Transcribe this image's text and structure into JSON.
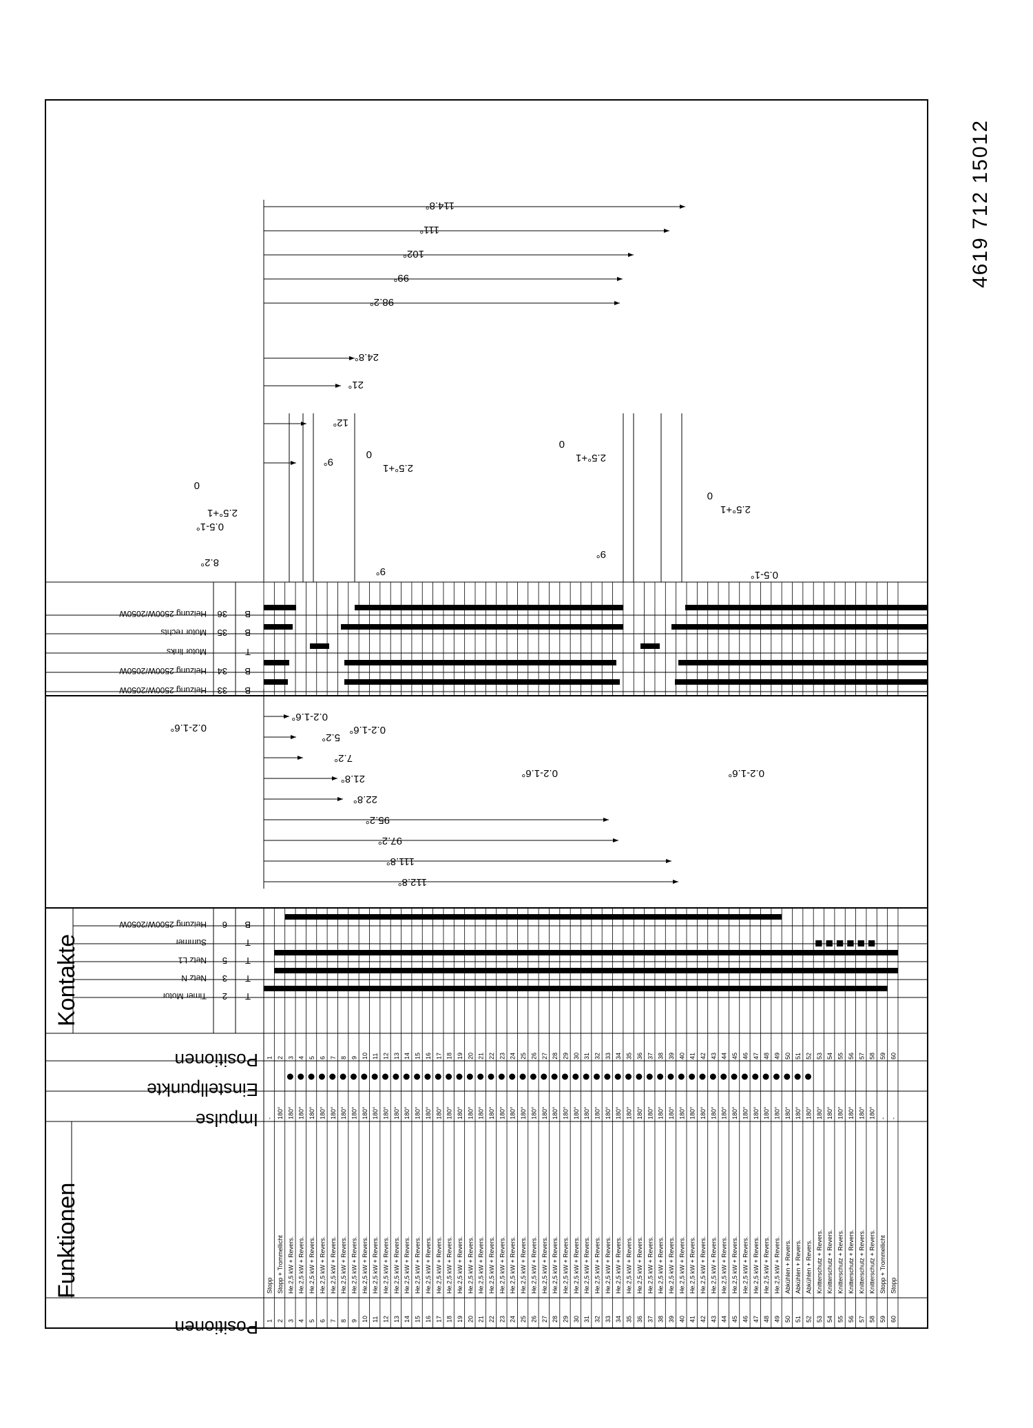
{
  "doc_number": "4619 712 15012",
  "headers": {
    "positionen": "Positionen",
    "funktionen": "Funktionen",
    "impulse": "Impulse",
    "einstellpunkte": "Einstellpunkte",
    "kontakte": "Kontakte"
  },
  "contacts": [
    {
      "nr": "2",
      "tb": "T",
      "name": "Timer Motor"
    },
    {
      "nr": "3",
      "tb": "T",
      "name": "Netz N"
    },
    {
      "nr": "5",
      "tb": "T",
      "name": "Netz L1"
    },
    {
      "nr": "",
      "tb": "T",
      "name": "Summer"
    },
    {
      "nr": "6",
      "tb": "B",
      "name": "Heizung 2500W/2050W"
    }
  ],
  "cam_contacts": [
    {
      "nr": "33",
      "tb": "B",
      "name": "Heizung 2500W/2050W"
    },
    {
      "nr": "34",
      "tb": "B",
      "name": "Heizung 2500W/2050W"
    },
    {
      "nr": "",
      "tb": "T",
      "name": "Motor links"
    },
    {
      "nr": "35",
      "tb": "B",
      "name": "Motor rechts"
    },
    {
      "nr": "36",
      "tb": "B",
      "name": "Heizung 2500W/2050W"
    }
  ],
  "positions": [
    {
      "n": "1",
      "f": "Stopp",
      "i": "-",
      "e": false
    },
    {
      "n": "2",
      "f": "Stopp + Trommellicht",
      "i": "180°",
      "e": false
    },
    {
      "n": "3",
      "f": "He.2,5 kW + Revers.",
      "i": "180°",
      "e": true
    },
    {
      "n": "4",
      "f": "He.2,5 kW + Revers.",
      "i": "180°",
      "e": true
    },
    {
      "n": "5",
      "f": "He.2,5 kW + Revers.",
      "i": "180°",
      "e": true
    },
    {
      "n": "6",
      "f": "He.2,5 kW + Revers.",
      "i": "180°",
      "e": true
    },
    {
      "n": "7",
      "f": "He.2,5 kW + Revers.",
      "i": "180°",
      "e": true
    },
    {
      "n": "8",
      "f": "He.2,5 kW + Revers.",
      "i": "180°",
      "e": true
    },
    {
      "n": "9",
      "f": "He.2,5 kW + Revers.",
      "i": "180°",
      "e": true
    },
    {
      "n": "10",
      "f": "He.2,5 kW + Revers.",
      "i": "180°",
      "e": true
    },
    {
      "n": "11",
      "f": "He.2,5 kW + Revers.",
      "i": "180°",
      "e": true
    },
    {
      "n": "12",
      "f": "He.2,5 kW + Revers.",
      "i": "180°",
      "e": true
    },
    {
      "n": "13",
      "f": "He.2,5 kW + Revers.",
      "i": "180°",
      "e": true
    },
    {
      "n": "14",
      "f": "He.2,5 kW + Revers.",
      "i": "180°",
      "e": true
    },
    {
      "n": "15",
      "f": "He.2,5 kW + Revers.",
      "i": "180°",
      "e": true
    },
    {
      "n": "16",
      "f": "He.2,5 kW + Revers.",
      "i": "180°",
      "e": true
    },
    {
      "n": "17",
      "f": "He.2,5 kW + Revers.",
      "i": "180°",
      "e": true
    },
    {
      "n": "18",
      "f": "He.2,5 kW + Revers.",
      "i": "180°",
      "e": true
    },
    {
      "n": "19",
      "f": "He.2,5 kW + Revers.",
      "i": "180°",
      "e": true
    },
    {
      "n": "20",
      "f": "He.2,5 kW + Revers.",
      "i": "180°",
      "e": true
    },
    {
      "n": "21",
      "f": "He.2,5 kW + Revers.",
      "i": "180°",
      "e": true
    },
    {
      "n": "22",
      "f": "He.2,5 kW + Revers.",
      "i": "180°",
      "e": true
    },
    {
      "n": "23",
      "f": "He.2,5 kW + Revers.",
      "i": "180°",
      "e": true
    },
    {
      "n": "24",
      "f": "He.2,5 kW + Revers.",
      "i": "180°",
      "e": true
    },
    {
      "n": "25",
      "f": "He.2,5 kW + Revers.",
      "i": "180°",
      "e": true
    },
    {
      "n": "26",
      "f": "He.2,5 kW + Revers.",
      "i": "180°",
      "e": true
    },
    {
      "n": "27",
      "f": "He.2,5 kW + Revers.",
      "i": "180°",
      "e": true
    },
    {
      "n": "28",
      "f": "He.2,5 kW + Revers.",
      "i": "180°",
      "e": true
    },
    {
      "n": "29",
      "f": "He.2,5 kW + Revers.",
      "i": "180°",
      "e": true
    },
    {
      "n": "30",
      "f": "He.2,5 kW + Revers.",
      "i": "180°",
      "e": true
    },
    {
      "n": "31",
      "f": "He.2,5 kW + Revers.",
      "i": "180°",
      "e": true
    },
    {
      "n": "32",
      "f": "He.2,5 kW + Revers.",
      "i": "180°",
      "e": true
    },
    {
      "n": "33",
      "f": "He.2,5 kW + Revers.",
      "i": "180°",
      "e": true
    },
    {
      "n": "34",
      "f": "He.2,5 kW + Revers.",
      "i": "180°",
      "e": true
    },
    {
      "n": "35",
      "f": "He.2,5 kW + Revers.",
      "i": "180°",
      "e": true
    },
    {
      "n": "36",
      "f": "He.2,5 kW + Revers.",
      "i": "180°",
      "e": true
    },
    {
      "n": "37",
      "f": "He.2,5 kW + Revers.",
      "i": "180°",
      "e": true
    },
    {
      "n": "38",
      "f": "He.2,5 kW + Revers.",
      "i": "180°",
      "e": true
    },
    {
      "n": "39",
      "f": "He.2,5 kW + Revers.",
      "i": "180°",
      "e": true
    },
    {
      "n": "40",
      "f": "He.2,5 kW + Revers.",
      "i": "180°",
      "e": true
    },
    {
      "n": "41",
      "f": "He.2,5 kW + Revers.",
      "i": "180°",
      "e": true
    },
    {
      "n": "42",
      "f": "He.2,5 kW + Revers.",
      "i": "180°",
      "e": true
    },
    {
      "n": "43",
      "f": "He.2,5 kW + Revers.",
      "i": "180°",
      "e": true
    },
    {
      "n": "44",
      "f": "He.2,5 kW + Revers.",
      "i": "180°",
      "e": true
    },
    {
      "n": "45",
      "f": "He.2,5 kW + Revers.",
      "i": "180°",
      "e": true
    },
    {
      "n": "46",
      "f": "He.2,5 kW + Revers.",
      "i": "180°",
      "e": true
    },
    {
      "n": "47",
      "f": "He.2,5 kW + Revers.",
      "i": "180°",
      "e": true
    },
    {
      "n": "48",
      "f": "He.2,5 kW + Revers.",
      "i": "180°",
      "e": true
    },
    {
      "n": "49",
      "f": "He.2,5 kW + Revers.",
      "i": "180°",
      "e": true
    },
    {
      "n": "50",
      "f": "Abkühlen + Revers.",
      "i": "180°",
      "e": true
    },
    {
      "n": "51",
      "f": "Abkühlen + Revers.",
      "i": "180°",
      "e": true
    },
    {
      "n": "52",
      "f": "Abkühlen + Revers.",
      "i": "180°",
      "e": true
    },
    {
      "n": "53",
      "f": "Knitterschutz + Revers.",
      "i": "180°",
      "e": false
    },
    {
      "n": "54",
      "f": "Knitterschutz + Revers.",
      "i": "180°",
      "e": false
    },
    {
      "n": "55",
      "f": "Knitterschutz + Revers.",
      "i": "180°",
      "e": false
    },
    {
      "n": "56",
      "f": "Knitterschutz + Revers.",
      "i": "180°",
      "e": false
    },
    {
      "n": "57",
      "f": "Knitterschutz + Revers.",
      "i": "180°",
      "e": false
    },
    {
      "n": "58",
      "f": "Knitterschutz + Revers.",
      "i": "180°",
      "e": false
    },
    {
      "n": "59",
      "f": "Stopp + Trommellicht",
      "i": "-",
      "e": false
    },
    {
      "n": "60",
      "f": "Stopp",
      "i": "-",
      "e": false
    }
  ],
  "upper_dims": [
    "112.8°",
    "111.8°",
    "97.2°",
    "95.2°",
    "22.8°",
    "21.8°",
    "7.2°",
    "5.2°",
    "0.2-1.6°",
    "0.5-1°",
    "0.2-1.6°",
    "0.2-1.6°",
    "0.2-1.6°"
  ],
  "lower_dims": [
    "114.8°",
    "111°",
    "102°",
    "99°",
    "98.2°",
    "24.8°",
    "21°",
    "12°",
    "9°",
    "2.5°+1",
    "0",
    "0.5-1°",
    "8.2°",
    "2.5°+1",
    "0",
    "9°",
    "2.5°+1",
    "0",
    "9°",
    "2.5°+1",
    "0",
    "0.5-1°"
  ]
}
